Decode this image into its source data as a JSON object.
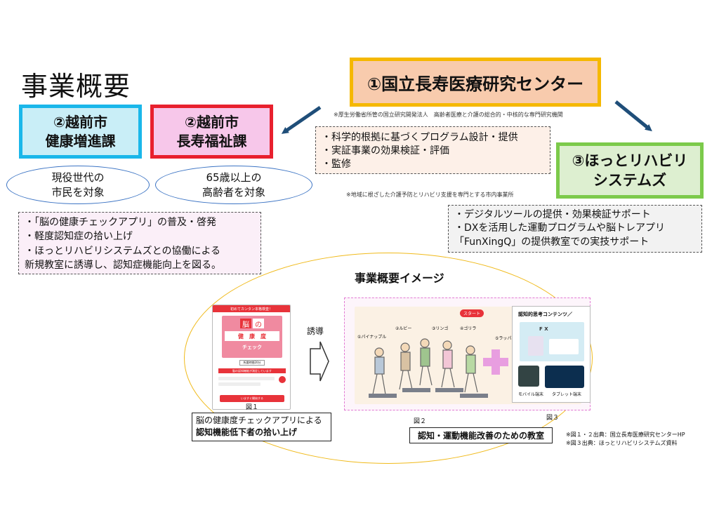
{
  "title": "事業概要",
  "center1": {
    "label": "①国立長寿医療研究センター",
    "note": "※厚生労働省所管の国立研究開発法人　高齢者医療と介護の総合的・中核的な専門研究機関",
    "items": [
      "・科学的根拠に基づくプログラム設計・提供",
      "・実証事業の効果検証・評価",
      "・監修"
    ]
  },
  "center2a": {
    "line1": "②越前市",
    "line2": "健康増進課",
    "target_line1": "現役世代の",
    "target_line2": "市民を対象"
  },
  "center2b": {
    "line1": "②越前市",
    "line2": "長寿福祉課",
    "target_line1": "65歳以上の",
    "target_line2": "高齢者を対象"
  },
  "center2_items": [
    "・「脳の健康チェックアプリ」の普及・啓発",
    "・軽度認知症の拾い上げ",
    "・ほっとリハビリシステムズとの協働による",
    "新規教室に誘導し、認知症機能向上を図る。"
  ],
  "center3": {
    "line1": "③ほっとリハビリ",
    "line2": "システムズ",
    "note": "※地域に根ざした介護予防とリハビリ支援を専門とする市内事業所",
    "items": [
      "・デジタルツールの提供・効果検証サポート",
      "・DXを活用した運動プログラムや脳トレアプリ",
      "「FunXingQ」の提供教室での実技サポート"
    ]
  },
  "image_section": {
    "title": "事業概要イメージ",
    "induce_label": "誘導",
    "fig1": {
      "label": "図１",
      "header": "初めてカンタン本格検査！",
      "badge1": "脳",
      "badge2": "の",
      "word": "健　康　度",
      "check": "チェック",
      "time": "所要時間20分",
      "info": "脳の認知機能が測定しています",
      "btn": "いますぐ開始する",
      "caption_line1": "脳の健康度チェックアプリによる",
      "caption_line2": "認知機能低下者の拾い上げ"
    },
    "fig2": {
      "label": "図２",
      "start": "スタート",
      "fruits": [
        "①パイナップル",
        "②ルビー",
        "③リンゴ",
        "④ゴリラ",
        "⑤ラッパ"
      ],
      "caption": "認知・運動機能改善のための教室"
    },
    "fig3": {
      "label": "図３",
      "header": "認知的思考コンテンツ／",
      "logo": "F X",
      "mobile": "モバイル端末",
      "tablet": "タブレット端末"
    }
  },
  "source_notes": [
    "※図１・２出典：国立長寿医療研究センターHP",
    "※図３出典：ほっとリハビリシステムズ資料"
  ],
  "colors": {
    "c1_fill": "#f8cbad",
    "c1_border": "#f5b800",
    "c2a_fill": "#c9eef7",
    "c2a_border": "#1ab7ea",
    "c2b_fill": "#f7c7ea",
    "c2b_border": "#e8202e",
    "c3_fill": "#ddefd0",
    "c3_border": "#7cca4b",
    "arrow": "#1f4e79",
    "ellipse": "#f0ba1b",
    "plus": "#e89ee0"
  }
}
